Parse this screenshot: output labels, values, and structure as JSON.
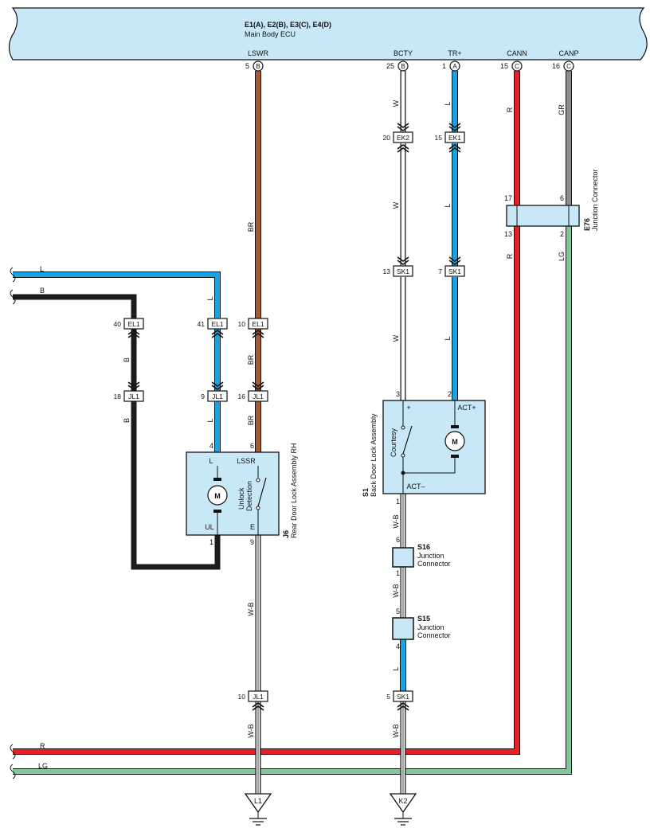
{
  "ecu": {
    "title": "E1(A), E2(B), E3(C), E4(D)",
    "subtitle": "Main Body ECU",
    "terminals": [
      {
        "name": "LSWR",
        "pin": "5",
        "conn": "B"
      },
      {
        "name": "BCTY",
        "pin": "25",
        "conn": "B"
      },
      {
        "name": "TR+",
        "pin": "1",
        "conn": "A"
      },
      {
        "name": "CANN",
        "pin": "15",
        "conn": "C"
      },
      {
        "name": "CANP",
        "pin": "16",
        "conn": "C"
      }
    ]
  },
  "colors": {
    "L": "#1aa3e0",
    "B": "#1c1c1c",
    "BR": "#a85a34",
    "R": "#e8202a",
    "LG": "#82c89c",
    "GR": "#8c8c8c",
    "W": "#ffffff",
    "component_fill": "#c8e8f8"
  },
  "inline_connectors": [
    {
      "pin": "20",
      "id": "EK2"
    },
    {
      "pin": "15",
      "id": "EK1"
    },
    {
      "pin": "13",
      "id": "SK1"
    },
    {
      "pin": "7",
      "id": "SK1"
    },
    {
      "pin": "40",
      "id": "EL1"
    },
    {
      "pin": "41",
      "id": "EL1"
    },
    {
      "pin": "10",
      "id": "EL1"
    },
    {
      "pin": "18",
      "id": "JL1"
    },
    {
      "pin": "9",
      "id": "JL1"
    },
    {
      "pin": "16",
      "id": "JL1"
    },
    {
      "pin": "10",
      "id": "JL1"
    },
    {
      "pin": "5",
      "id": "SK1"
    }
  ],
  "wire_labels": {
    "LSWR": "BR",
    "BCTY_1": "W",
    "BCTY_2": "W",
    "BCTY_3": "W",
    "TRP_1": "L",
    "TRP_2": "L",
    "TRP_3": "L",
    "CANN_1": "R",
    "CANN_2": "R",
    "CANP_1": "GR",
    "CANP_2": "LG",
    "left_L": "L",
    "left_B": "B",
    "B_1": "B",
    "B_2": "B",
    "L_1": "L",
    "L_2": "L",
    "BR_1": "BR",
    "BR_2": "BR",
    "J6_ground": "W-B",
    "J6_ground_2": "W-B",
    "S1_1": "W-B",
    "S1_2": "W-B",
    "S15_out": "L",
    "S1_ground": "W-B",
    "bottom_R": "R",
    "bottom_LG": "LG"
  },
  "e76": {
    "code": "E76",
    "name": "Junction Connector",
    "pins": {
      "tl": "17",
      "tr": "6",
      "bl": "13",
      "br": "2"
    }
  },
  "j6": {
    "code": "J6",
    "name": "Rear Door Lock Assembly RH",
    "terminals": {
      "L": "L",
      "LSSR": "LSSR",
      "UL": "UL",
      "E": "E"
    },
    "pins": {
      "L": "4",
      "LSSR": "6",
      "UL": "1",
      "E": "9"
    },
    "motor": "M",
    "switch_line1": "Unlock",
    "switch_line2": "Detection"
  },
  "s1": {
    "code": "S1",
    "name": "Back Door Lock Assembly",
    "terminals": {
      "plus": "+",
      "act_plus": "ACT+",
      "act_minus": "ACT–"
    },
    "pins": {
      "plus": "3",
      "act_plus": "2",
      "out": "1"
    },
    "motor": "M",
    "switch": "Courtesy"
  },
  "s16": {
    "code": "S16",
    "line1": "Junction",
    "line2": "Connector",
    "pins": {
      "top": "6",
      "bottom": "1"
    }
  },
  "s15": {
    "code": "S15",
    "line1": "Junction",
    "line2": "Connector",
    "pins": {
      "top": "5",
      "bottom": "4"
    }
  },
  "grounds": {
    "g1": "L1",
    "g2": "K2"
  }
}
